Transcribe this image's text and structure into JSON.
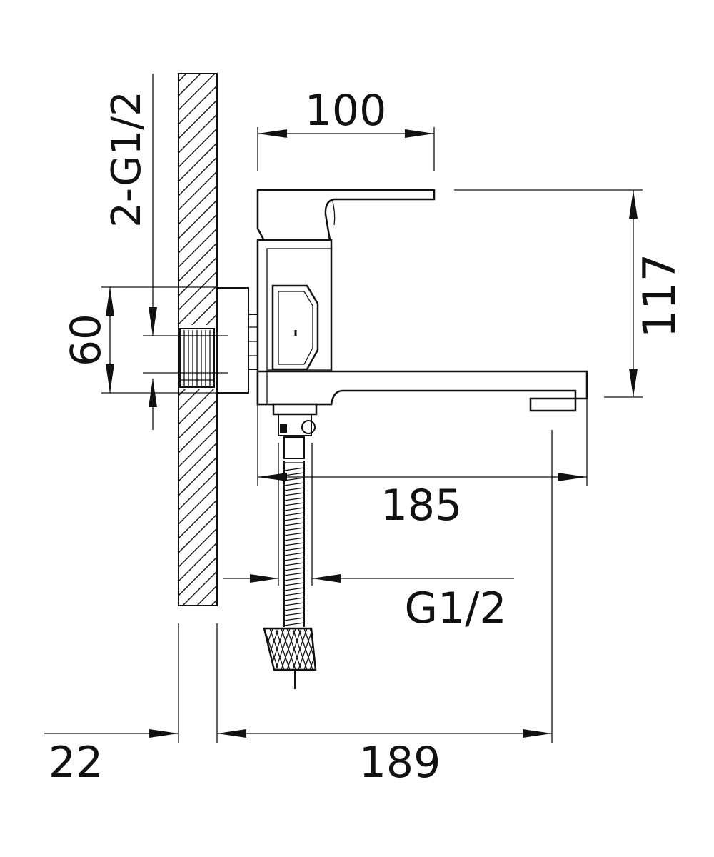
{
  "dimensions": {
    "top_width": "100",
    "height": "117",
    "inlet_thread": "2-G1/2",
    "inlet_spacing": "60",
    "spout_length": "185",
    "hose_thread": "G1/2",
    "wall_thickness": "22",
    "projection": "189"
  },
  "colors": {
    "line": "#111111",
    "background": "#ffffff"
  }
}
